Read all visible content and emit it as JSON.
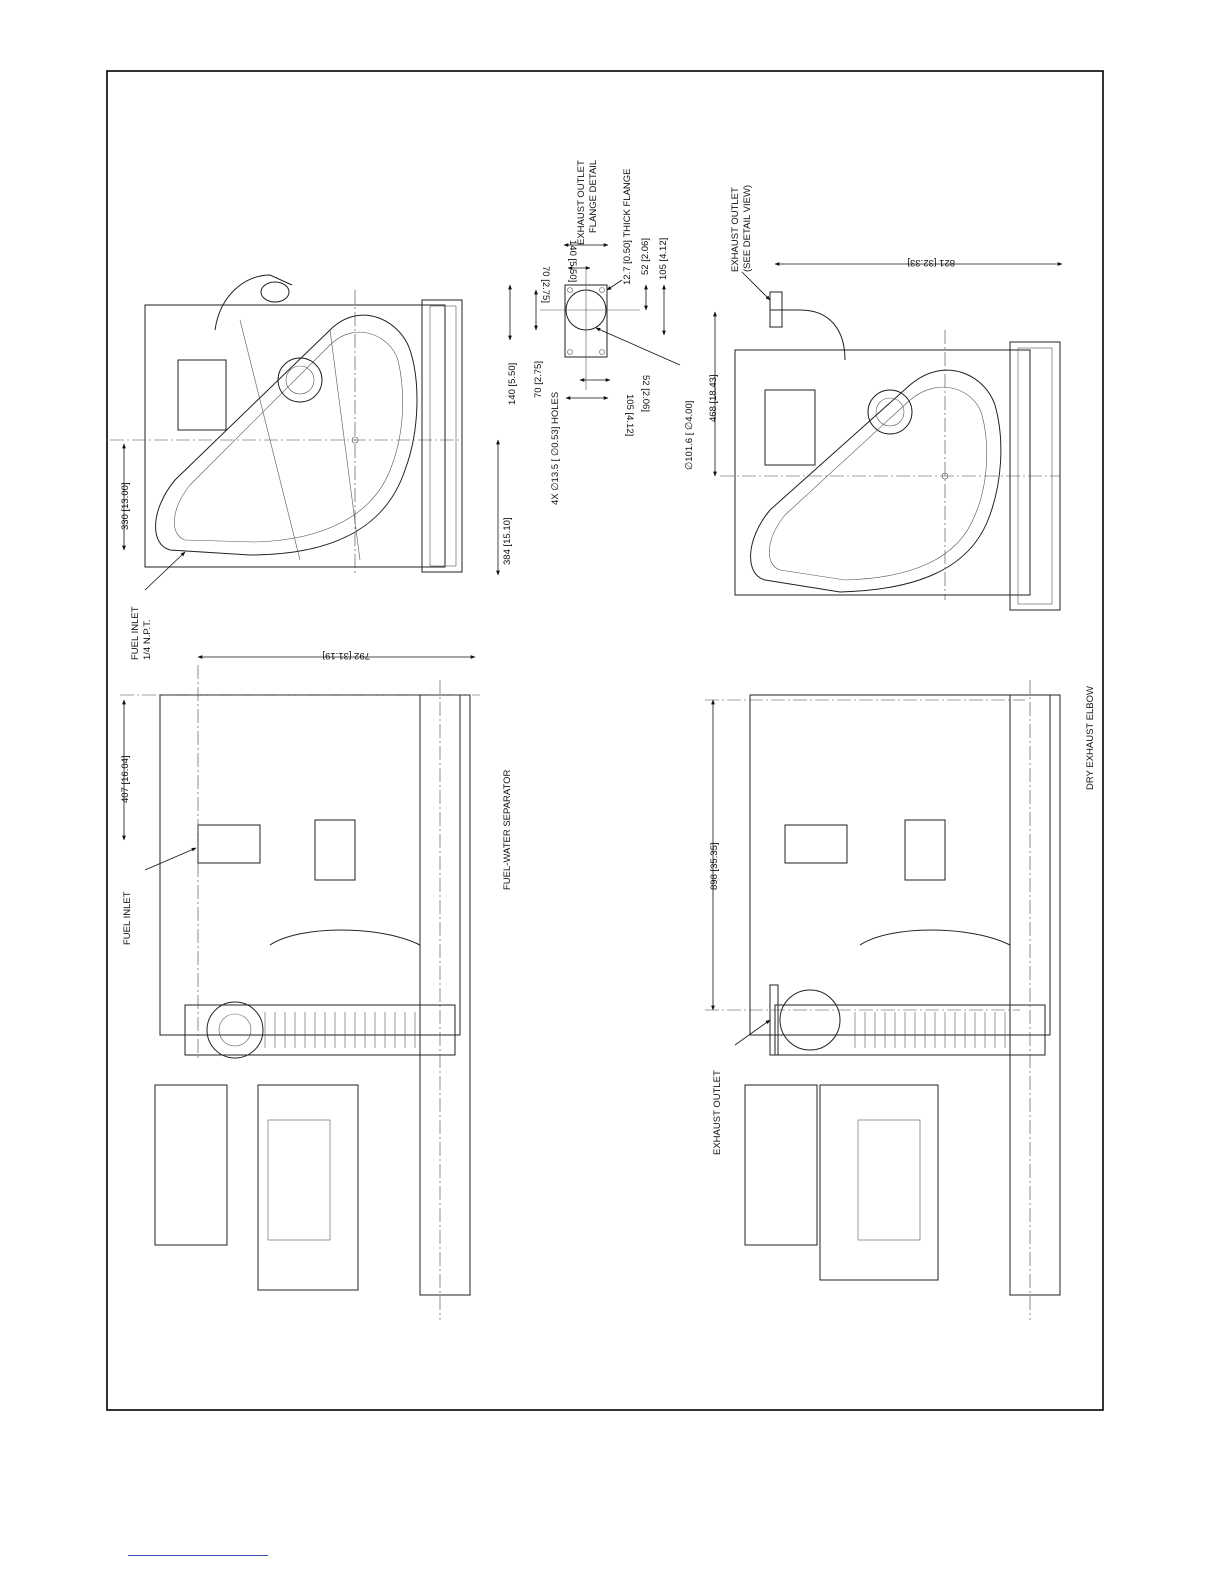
{
  "labels": {
    "fuel_inlet_npt": "FUEL INLET",
    "fuel_inlet_npt_size": "1/4 N.P.T.",
    "fuel_inlet": "FUEL INLET",
    "fuel_water_separator": "FUEL-WATER SEPARATOR",
    "exhaust_outlet": "EXHAUST OUTLET",
    "dry_exhaust_elbow": "DRY EXHAUST ELBOW",
    "exhaust_outlet_see": "EXHAUST OUTLET",
    "see_detail_view": "(SEE DETAIL VIEW)",
    "flange_title_1": "EXHAUST OUTLET",
    "flange_title_2": "FLANGE DETAIL",
    "thick_flange": "12.7 [0.50] THICK FLANGE",
    "holes_1": "4X   ∅13.5 [   ∅0.53] HOLES",
    "dia_101": "∅101.6 [   ∅4.00]"
  },
  "dimensions": {
    "d330": "330 [13.00]",
    "d384": "384 [15.10]",
    "d407": "407 [16.04]",
    "d792": "792 [31.19]",
    "d140a": "140 [5.50]",
    "d70a": "70 [2.75]",
    "d140b": "140 [5.50]",
    "d70b": "70 [2.75]",
    "d52a": "52 [2.06]",
    "d105a": "105 [4.12]",
    "d52b": "52 [2.06]",
    "d105b": "105 [4.12]",
    "d468": "468 [18.43]",
    "d821": "821 [32.33]",
    "d898": "898 [35.35]"
  }
}
